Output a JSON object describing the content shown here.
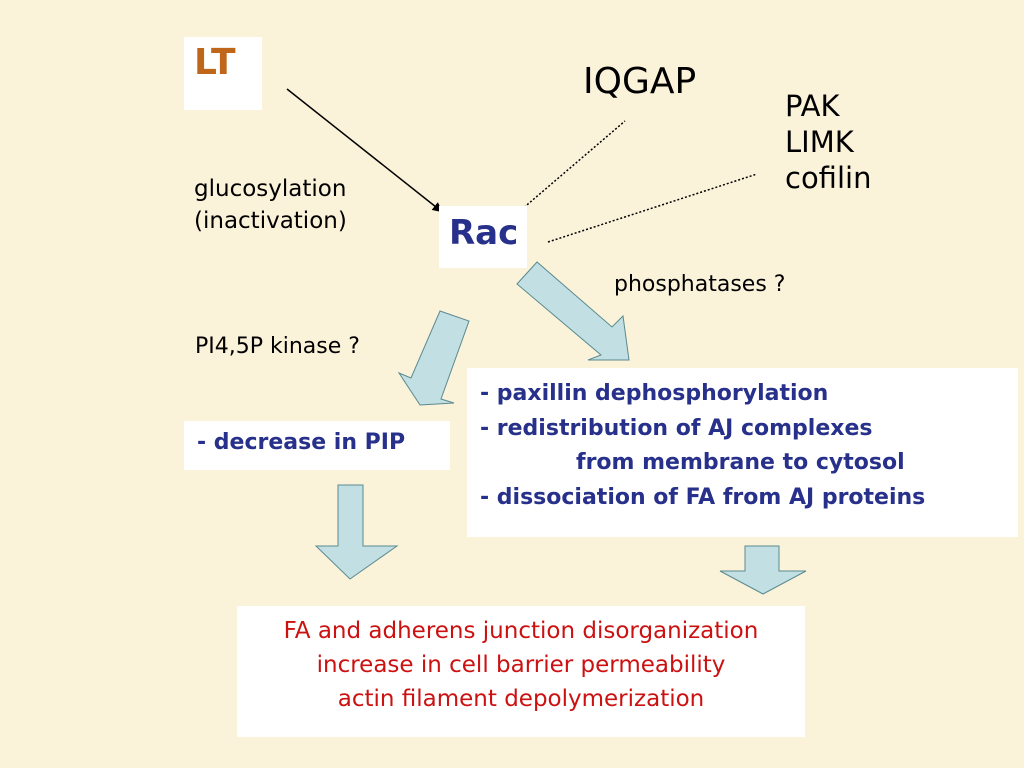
{
  "nodes": {
    "lt": "LT",
    "rac": "Rac",
    "iqgap": "IQGAP",
    "pak_group": [
      "PAK",
      "LIMK",
      "cofilin"
    ]
  },
  "labels": {
    "glucosylation": [
      "glucosylation",
      "(inactivation)"
    ],
    "phosphatases": "phosphatases ?",
    "pi45_kinase": "PI4,5P kinase ?"
  },
  "effects": {
    "pip": "- decrease in PIP",
    "list": [
      "- paxillin dephosphorylation",
      "- redistribution of AJ complexes",
      "from membrane to cytosol",
      "- dissociation of FA from AJ proteins"
    ]
  },
  "outcome": [
    "FA and adherens junction disorganization",
    "increase in cell barrier permeability",
    "actin filament depolymerization"
  ],
  "colors": {
    "background": "#fbf2da",
    "lt_text": "#c0661a",
    "blue_text": "#27308a",
    "red_text": "#cc1111",
    "arrow_fill": "#c2e0e3",
    "arrow_stroke": "#5a8a90"
  }
}
